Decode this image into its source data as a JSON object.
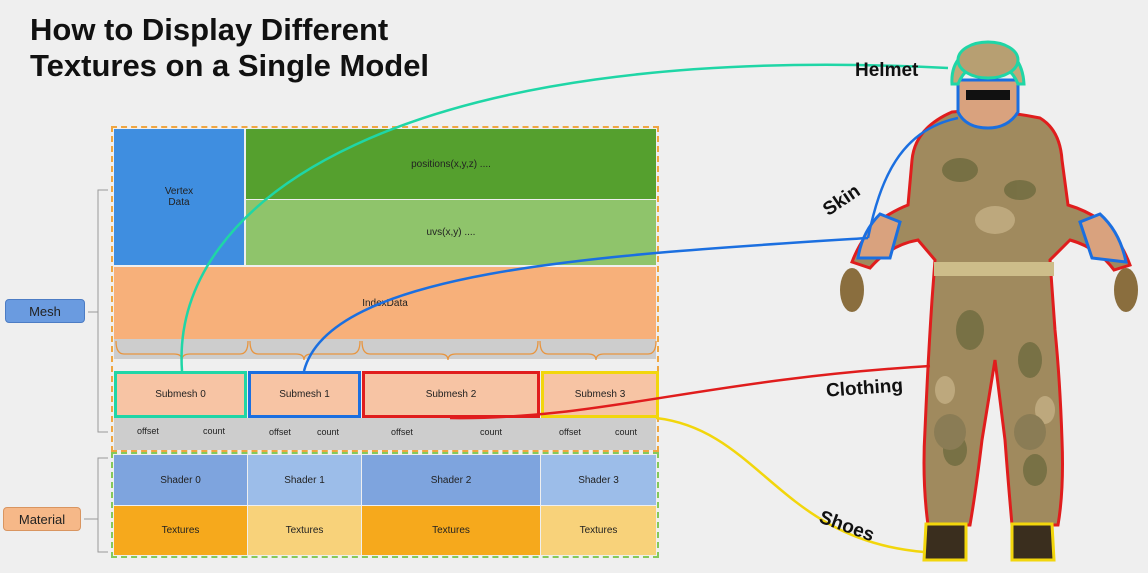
{
  "title": {
    "line1": "How to Display Different",
    "line2": "Textures on a Single Model"
  },
  "side_labels": {
    "mesh": "Mesh",
    "material": "Material"
  },
  "vertex": {
    "label": "Vertex\nData",
    "positions": "positions(x,y,z)  ....",
    "uvs": "uvs(x,y)  ...."
  },
  "index_data": "IndexData",
  "submeshes": [
    {
      "label": "Submesh 0",
      "offset": "offset",
      "count": "count"
    },
    {
      "label": "Submesh 1",
      "offset": "offset",
      "count": "count"
    },
    {
      "label": "Submesh 2",
      "offset": "offset",
      "count": "count"
    },
    {
      "label": "Submesh 3",
      "offset": "offset",
      "count": "count"
    }
  ],
  "materials": [
    {
      "shader": "Shader 0",
      "textures": "Textures"
    },
    {
      "shader": "Shader 1",
      "textures": "Textures"
    },
    {
      "shader": "Shader 2",
      "textures": "Textures"
    },
    {
      "shader": "Shader 3",
      "textures": "Textures"
    }
  ],
  "parts": {
    "helmet": "Helmet",
    "skin": "Skin",
    "clothing": "Clothing",
    "shoes": "Shoes"
  },
  "colors": {
    "helmet": "#1fd6a6",
    "skin": "#1b6fe0",
    "clothing": "#e01d1d",
    "shoes": "#f2d60c",
    "vertex_blue": "#3f8ee0",
    "positions_green": "#55a02e",
    "uvs_green": "#8fc46b",
    "index_orange": "#f7b07a",
    "mesh_outline": "#f0a640",
    "material_outline": "#86c95a"
  }
}
